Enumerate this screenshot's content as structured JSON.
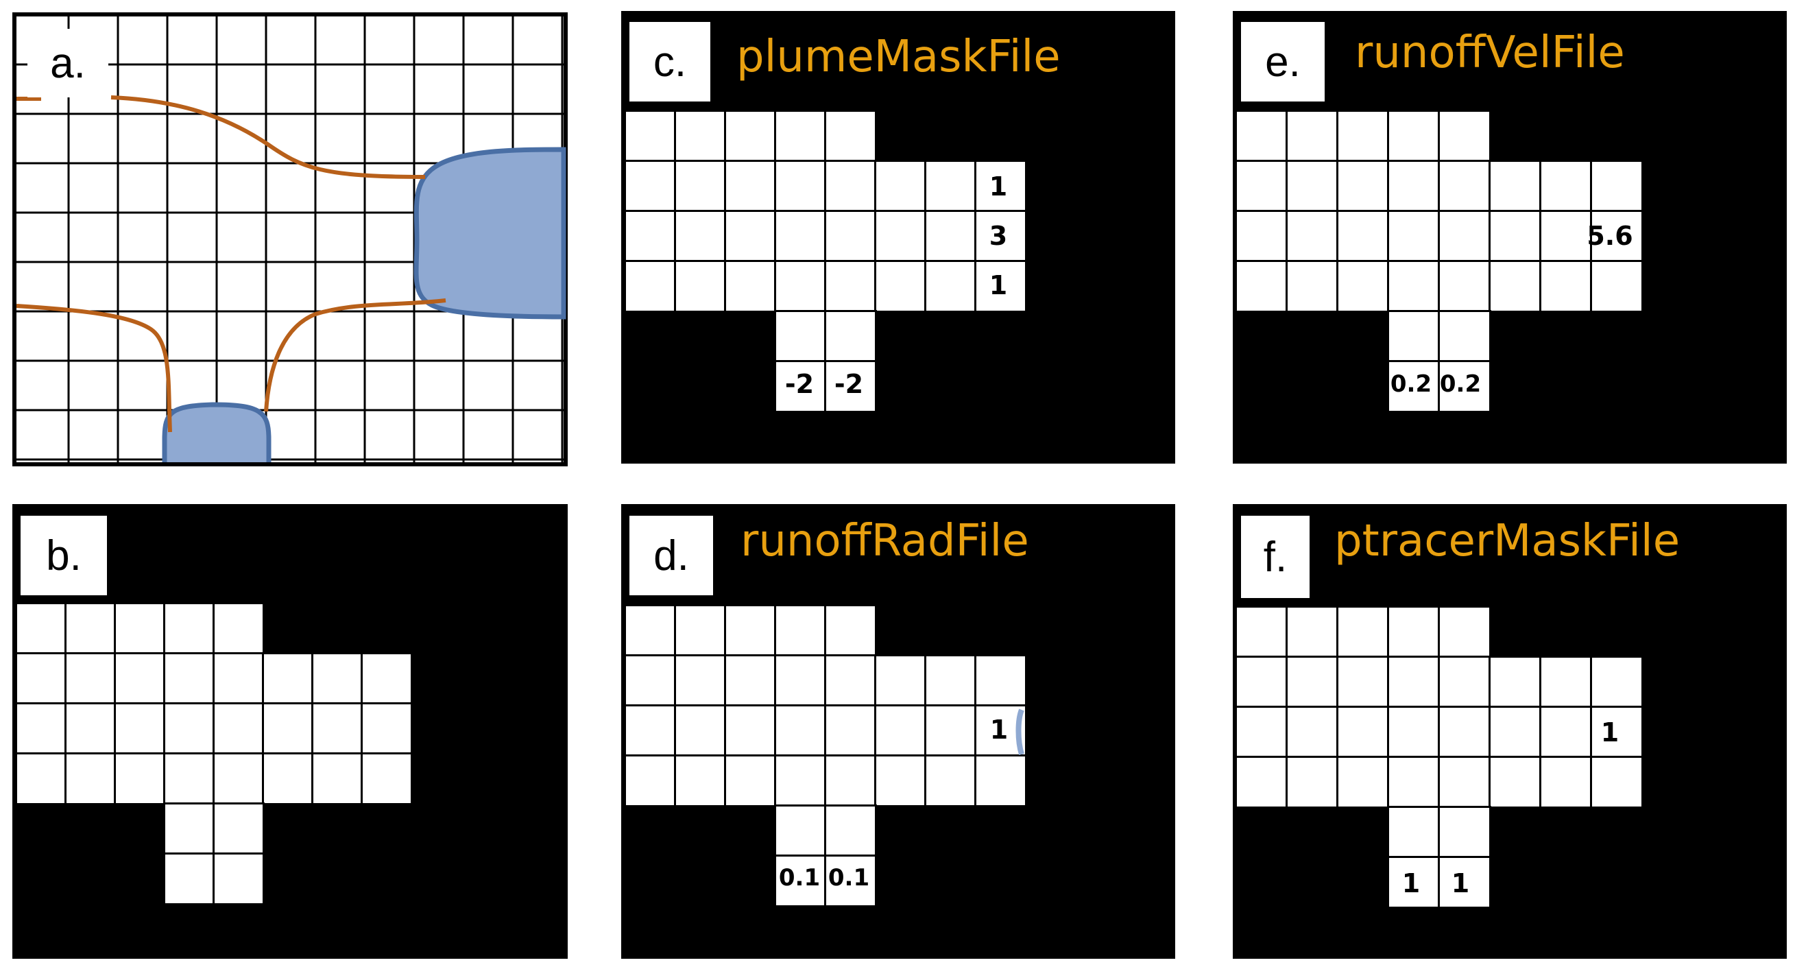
{
  "panels": {
    "a": {
      "label": "a."
    },
    "b": {
      "label": "b."
    },
    "c": {
      "label": "c.",
      "title": "plumeMaskFile",
      "values": [
        "1",
        "3",
        "1",
        "-2",
        "-2"
      ]
    },
    "d": {
      "label": "d.",
      "title": "runoffRadFile",
      "values": [
        "1",
        "0.1",
        "0.1"
      ]
    },
    "e": {
      "label": "e.",
      "title": "runoffVelFile",
      "values": [
        "5.6",
        "0.2",
        "0.2"
      ]
    },
    "f": {
      "label": "f.",
      "title": "ptracerMaskFile",
      "values": [
        "1",
        "1",
        "1"
      ]
    }
  },
  "colors": {
    "title": "#e8a010",
    "coastline": "#b8601a",
    "water_fill": "#8fa9d2",
    "water_stroke": "#4a6fa5",
    "land": "#000000",
    "grid_cell": "#ffffff"
  }
}
